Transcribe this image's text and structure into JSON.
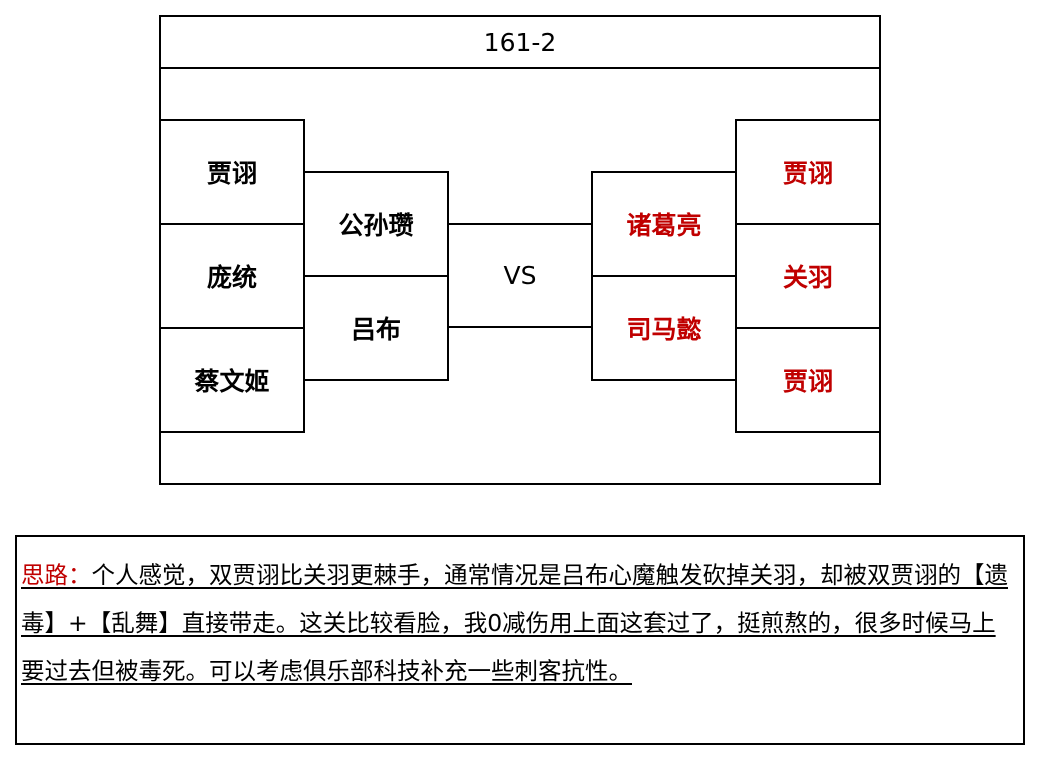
{
  "stage": {
    "title": "161-2",
    "vs_label": "VS"
  },
  "left_team": {
    "outer": [
      "贾诩",
      "庞统",
      "蔡文姬"
    ],
    "inner": [
      "公孙瓒",
      "吕布"
    ]
  },
  "right_team": {
    "inner": [
      "诸葛亮",
      "司马懿"
    ],
    "outer": [
      "贾诩",
      "关羽",
      "贾诩"
    ]
  },
  "colors": {
    "enemy_text": "#c00000",
    "border": "#000000"
  },
  "note": {
    "label": "思路：",
    "text": "个人感觉，双贾诩比关羽更棘手，通常情况是吕布心魔触发砍掉关羽，却被双贾诩的【遗毒】+【乱舞】直接带走。这关比较看脸，我0减伤用上面这套过了，挺煎熬的，很多时候马上要过去但被毒死。可以考虑俱乐部科技补充一些刺客抗性。"
  }
}
